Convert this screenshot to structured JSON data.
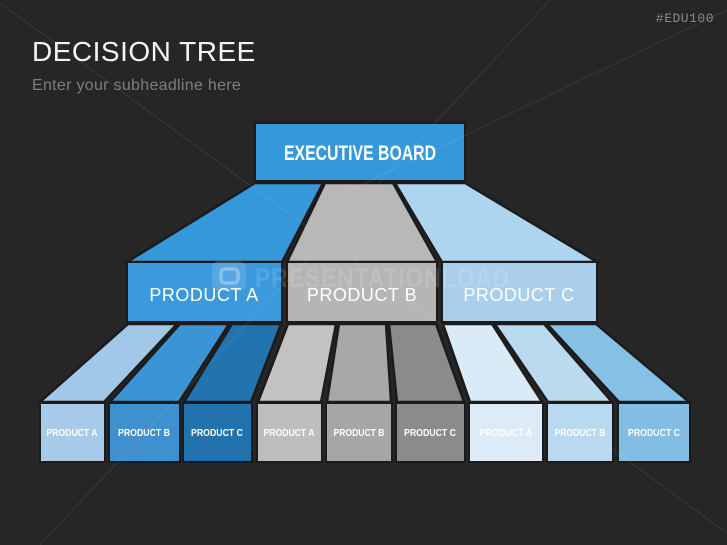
{
  "header": {
    "title": "DECISION TREE",
    "subtitle": "Enter your subheadline here",
    "tag": "#EDU100"
  },
  "watermark": {
    "text": "PRESENTATIONLOAD"
  },
  "colors": {
    "background": "#262626",
    "outline": "#1b1b1b",
    "accent_blue": "#3598db"
  },
  "tree": {
    "root": {
      "label": "EXECUTIVE BOARD",
      "color": "#3598db"
    },
    "level2": [
      {
        "label": "PRODUCT A",
        "color": "#3b99dc"
      },
      {
        "label": "PRODUCT B",
        "color": "#b5b5b5"
      },
      {
        "label": "PRODUCT C",
        "color": "#a9cfec"
      }
    ],
    "connectors": {
      "top": [
        "#3598db",
        "#b8b8b8",
        "#aed5f0"
      ],
      "bottom": [
        "#a1c8e8",
        "#3b94d4",
        "#2273ae",
        "#c2c2c2",
        "#a8a8a8",
        "#8b8b8b",
        "#daeaf6",
        "#badaf0",
        "#86c0e5"
      ]
    },
    "level3": [
      {
        "label": "PRODUCT A",
        "color": "#a6cae8"
      },
      {
        "label": "PRODUCT B",
        "color": "#3e90ce"
      },
      {
        "label": "PRODUCT C",
        "color": "#2272ad"
      },
      {
        "label": "PRODUCT A",
        "color": "#bdbdbd"
      },
      {
        "label": "PRODUCT B",
        "color": "#a6a6a6"
      },
      {
        "label": "PRODUCT C",
        "color": "#8b8b8b"
      },
      {
        "label": "PRODUCT A",
        "color": "#dcebf7"
      },
      {
        "label": "PRODUCT B",
        "color": "#b9d9f0"
      },
      {
        "label": "PRODUCT C",
        "color": "#83bde3"
      }
    ]
  }
}
